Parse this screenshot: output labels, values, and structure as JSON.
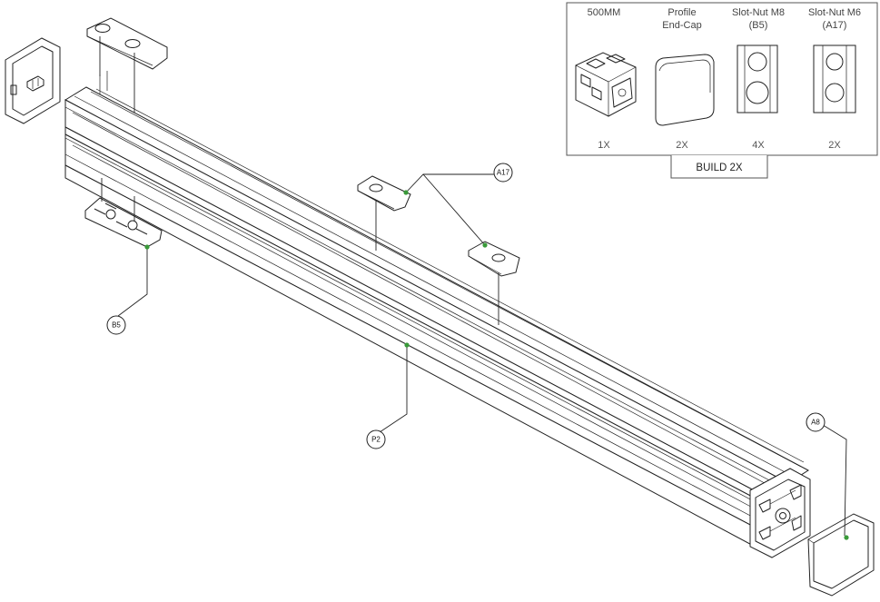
{
  "callouts": {
    "a17": "A17",
    "b5": "B5",
    "p2": "P2",
    "a8": "A8"
  },
  "parts_table": {
    "columns": [
      {
        "name_lines": [
          "500MM"
        ],
        "qty": "1X"
      },
      {
        "name_lines": [
          "Profile",
          "End-Cap"
        ],
        "qty": "2X"
      },
      {
        "name_lines": [
          "Slot-Nut M8",
          "(B5)"
        ],
        "qty": "4X"
      },
      {
        "name_lines": [
          "Slot-Nut M6",
          "(A17)"
        ],
        "qty": "2X"
      }
    ],
    "build_label": "BUILD 2X"
  },
  "colors": {
    "line": "#222222",
    "callout_dot": "#3a9a3a",
    "table_border": "#555555"
  },
  "icons": [
    "profile-500mm-icon",
    "end-cap-icon",
    "slot-nut-m8-icon",
    "slot-nut-m6-icon"
  ]
}
